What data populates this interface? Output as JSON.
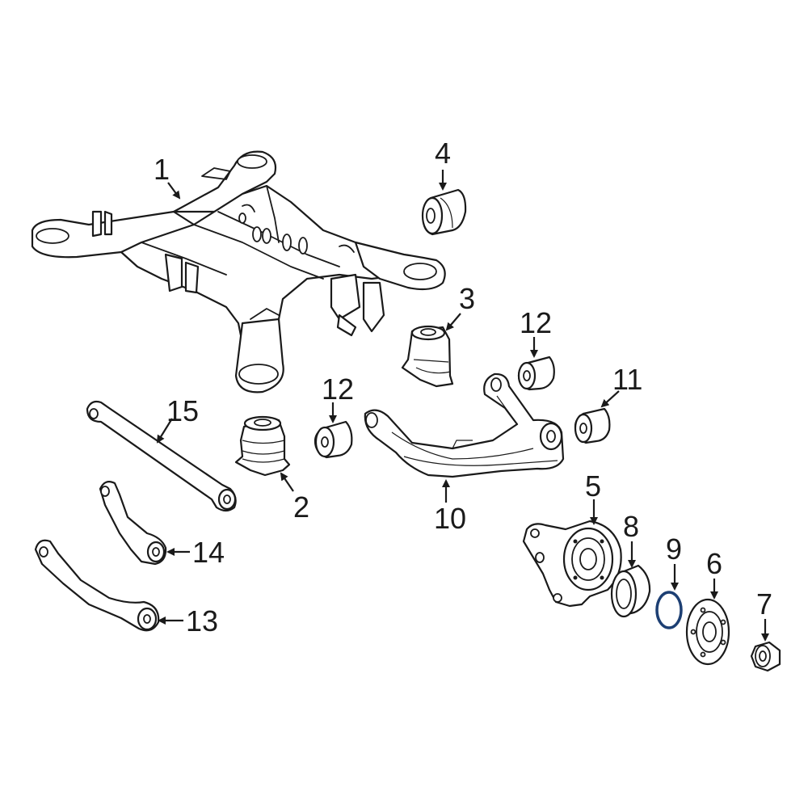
{
  "colors": {
    "line": "#1a1a1a",
    "background": "#ffffff",
    "highlight": "#1d3f73"
  },
  "callouts": {
    "c1": "1",
    "c2": "2",
    "c3": "3",
    "c4": "4",
    "c5": "5",
    "c6": "6",
    "c7": "7",
    "c8": "8",
    "c9": "9",
    "c10": "10",
    "c11": "11",
    "c12a": "12",
    "c12b": "12",
    "c13": "13",
    "c14": "14",
    "c15": "15"
  }
}
